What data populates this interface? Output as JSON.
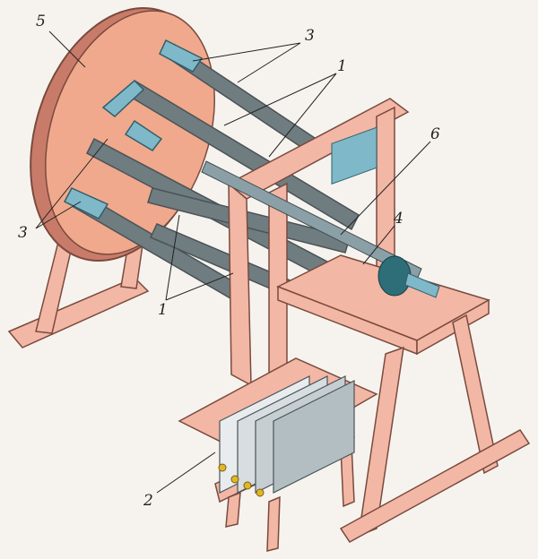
{
  "figure": {
    "labels": {
      "disc": "5",
      "top_clamps": "3",
      "top_rods": "1",
      "shaft": "6",
      "drive": "4",
      "left_clamps": "3",
      "bottom_rods": "1",
      "plates": "2"
    },
    "colors": {
      "wood": "#f2b7a5",
      "wood_dark": "#c97b6a",
      "disc": "#f0a98c",
      "steel": "#6f7c80",
      "clamp": "#7fb8c8",
      "plate": "#d7dde0"
    }
  }
}
